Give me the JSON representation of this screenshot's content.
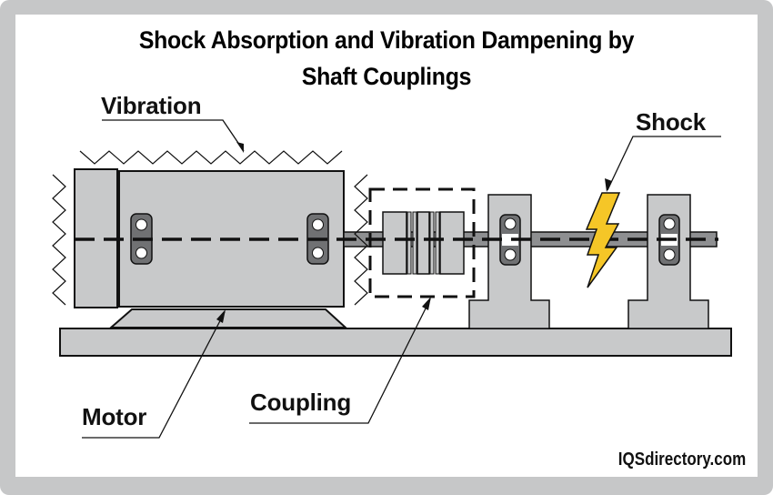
{
  "title_line1": "Shock Absorption and Vibration Dampening by",
  "title_line2": "Shaft Couplings",
  "labels": {
    "vibration": "Vibration",
    "shock": "Shock",
    "motor": "Motor",
    "coupling": "Coupling"
  },
  "brand": "IQSdirectory.com",
  "icons": [
    "lightning-bolt-icon"
  ],
  "colors": {
    "frame": "#c6c7c8",
    "part_fill": "#c8c9ca",
    "shaft_fill": "#8e8f91",
    "bracket_fill": "#707173",
    "lightning": "#f5c627"
  }
}
